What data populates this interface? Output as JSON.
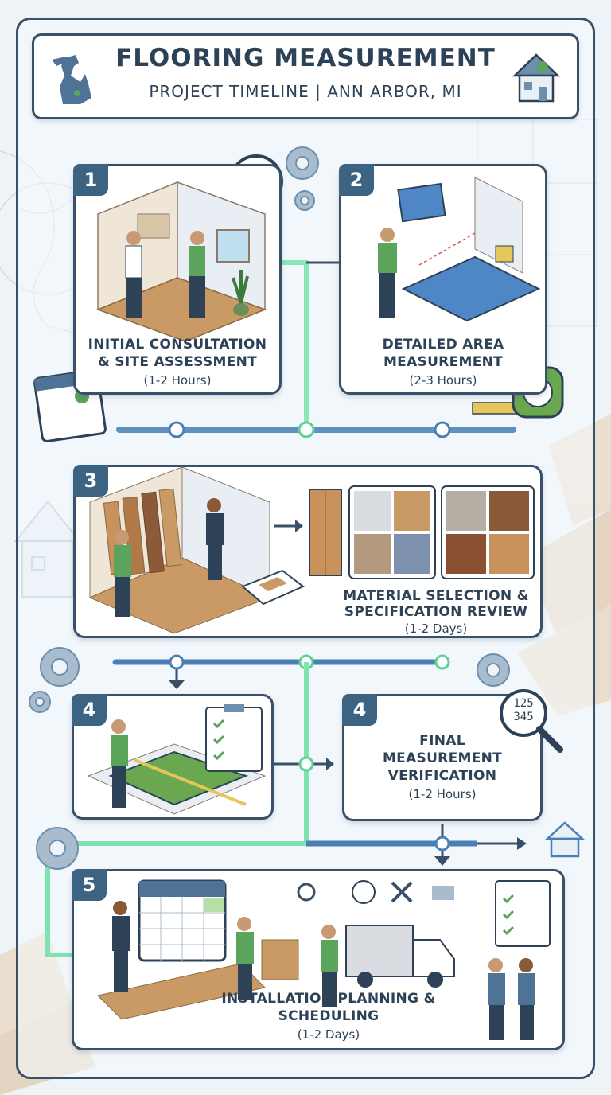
{
  "header": {
    "title": "FLOORING MEASUREMENT",
    "subtitle": "PROJECT TIMELINE | ANN ARBOR, MI"
  },
  "steps": [
    {
      "number": "1",
      "title_line1": "INITIAL CONSULTATION",
      "title_line2": "& SITE ASSESSMENT",
      "duration": "(1-2 Hours)"
    },
    {
      "number": "2",
      "title_line1": "DETAILED AREA",
      "title_line2": "MEASUREMENT",
      "duration": "(2-3 Hours)"
    },
    {
      "number": "3",
      "title_line1": "MATERIAL SELECTION &",
      "title_line2": "SPECIFICATION REVIEW",
      "duration": "(1-2 Days)"
    },
    {
      "number": "4"
    },
    {
      "number": "4",
      "title_line1": "FINAL",
      "title_line2": "MEASUREMENT",
      "title_line3": "VERIFICATION",
      "duration": "(1-2 Hours)"
    },
    {
      "number": "5",
      "title_line1": "INSTALLATION PLANNING &",
      "title_line2": "SCHEDULING",
      "duration": "(1-2 Days)"
    }
  ],
  "magnifier_text": {
    "line1": "125",
    "line2": "345"
  },
  "colors": {
    "navy": "#2d4256",
    "badge": "#3d6383",
    "shirt_green": "#5aa45c",
    "connector_blue": "#4a7fb5",
    "connector_green": "#7fe3b0",
    "wood": "#c99a66"
  }
}
